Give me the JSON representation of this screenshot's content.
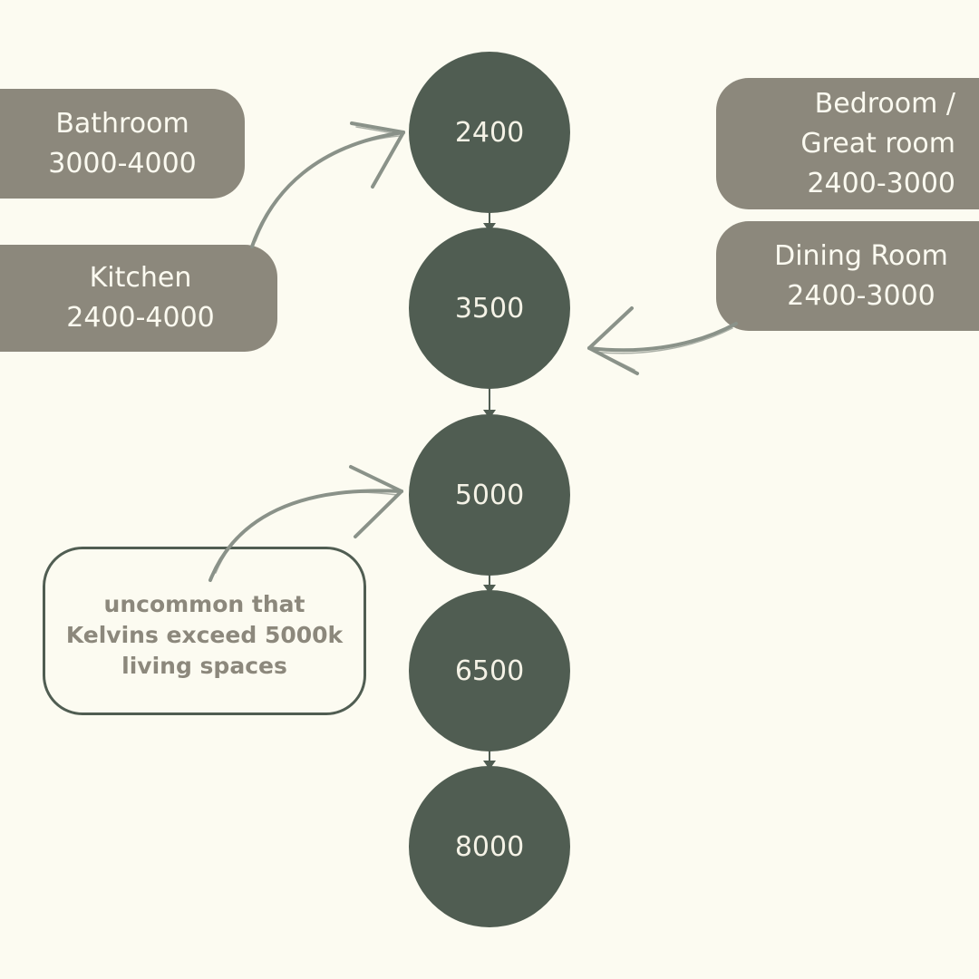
{
  "nodes": [
    {
      "label": "2400"
    },
    {
      "label": "3500"
    },
    {
      "label": "5000"
    },
    {
      "label": "6500"
    },
    {
      "label": "8000"
    }
  ],
  "rooms": {
    "bathroom": {
      "name": "Bathroom",
      "range": "3000-4000"
    },
    "kitchen": {
      "name": "Kitchen",
      "range": "2400-4000"
    },
    "bedroom": {
      "name_line1": "Bedroom /",
      "name_line2": "Great room",
      "range": "2400-3000"
    },
    "dining": {
      "name": "Dining Room",
      "range": "2400-3000"
    }
  },
  "note": {
    "line1": "uncommon that",
    "line2": "Kelvins exceed 5000k",
    "line3": "living spaces"
  },
  "colors": {
    "background": "#fcfbf1",
    "node": "#505d52",
    "tag": "#8c887c",
    "arrow": "#8a9289"
  }
}
